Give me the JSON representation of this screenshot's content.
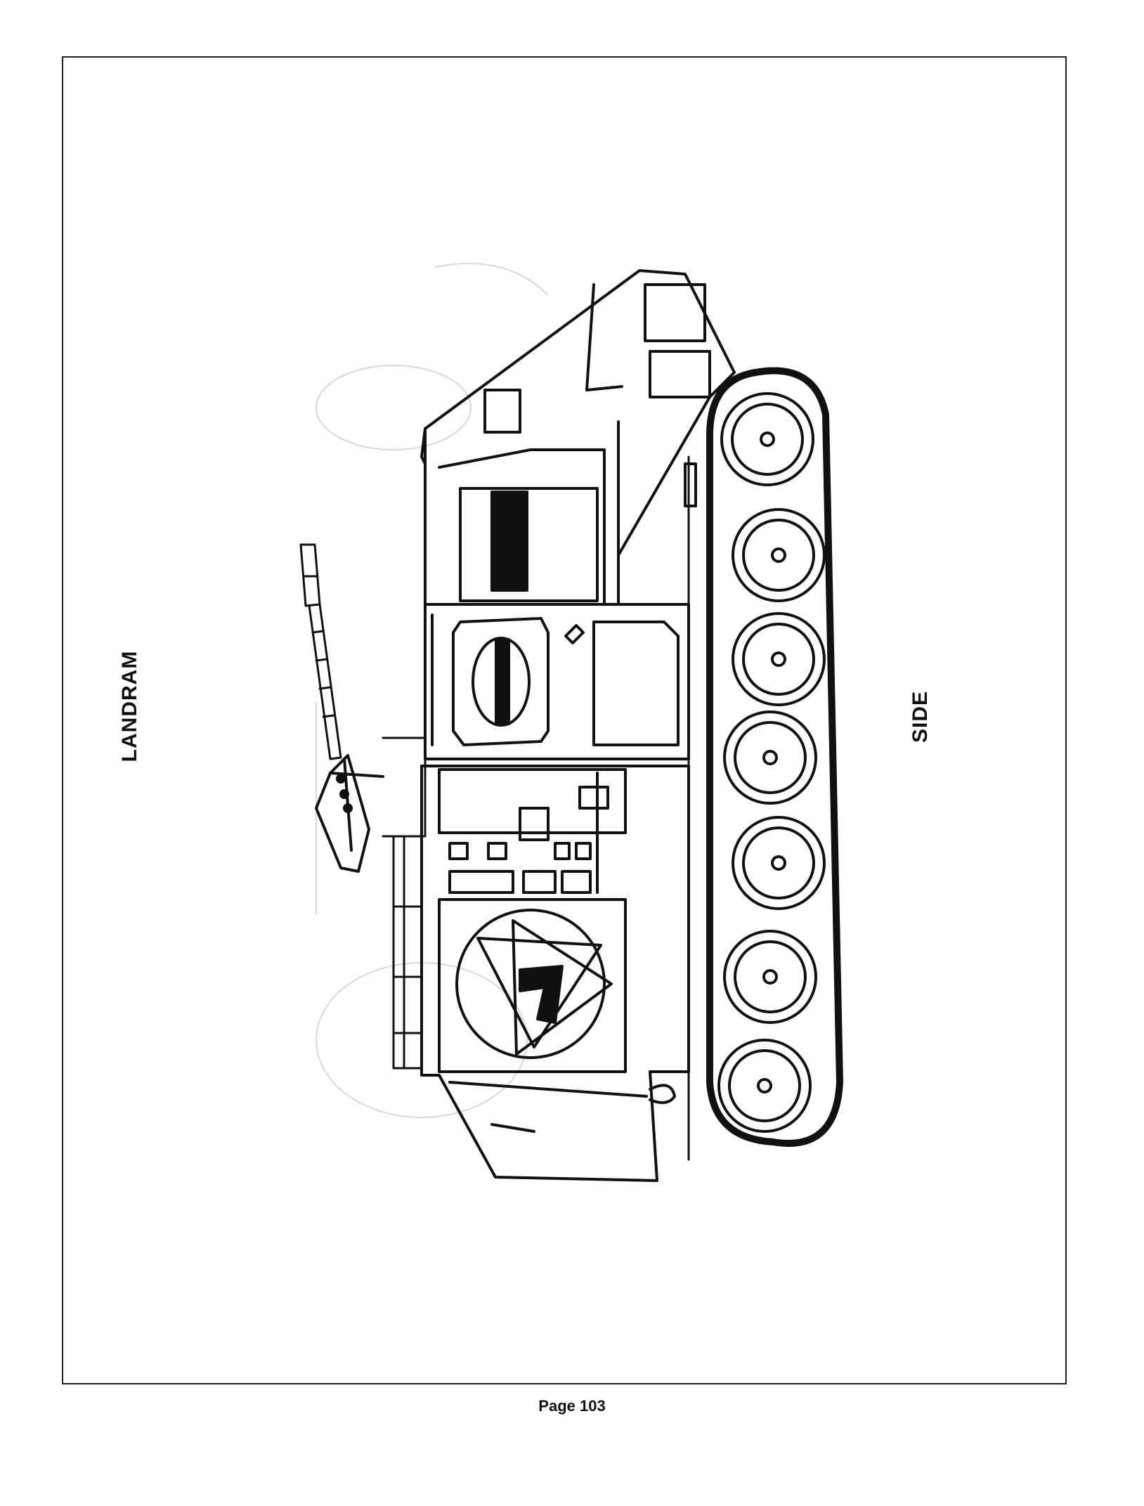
{
  "drawing": {
    "vehicle_name": "LANDRAM",
    "view_label": "SIDE",
    "emblem_glyph": "7"
  },
  "footer": {
    "page_number": "Page 103"
  }
}
